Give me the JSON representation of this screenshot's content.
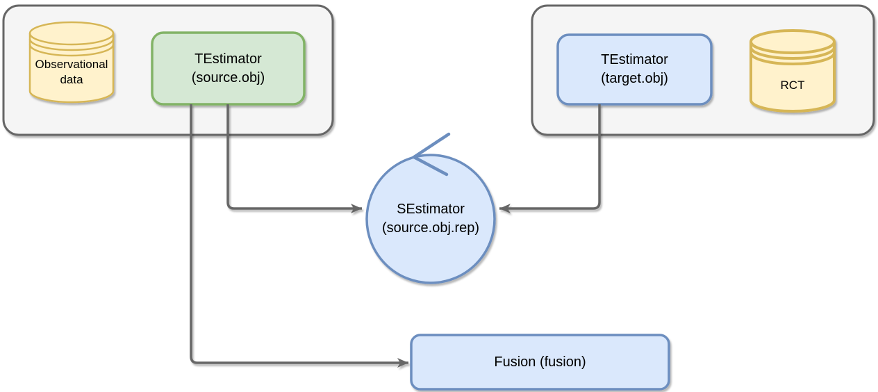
{
  "diagram": {
    "source_group": {
      "datastore": {
        "line1": "Observational",
        "line2": "data"
      },
      "estimator": {
        "line1": "TEstimator",
        "line2": "(source.obj)"
      }
    },
    "target_group": {
      "estimator": {
        "line1": "TEstimator",
        "line2": "(target.obj)"
      },
      "datastore": {
        "label": "RCT"
      }
    },
    "sestimator": {
      "line1": "SEstimator",
      "line2": "(source.obj.rep)"
    },
    "fusion": {
      "label": "Fusion (fusion)"
    },
    "colors": {
      "blue_fill": "#dae8fc",
      "blue_stroke": "#6c8ebf",
      "green_fill": "#d5e8d4",
      "green_stroke": "#82b366",
      "yellow_fill": "#fff2cc",
      "yellow_stroke": "#d6b656",
      "container_fill": "#f5f5f5",
      "container_stroke": "#666666",
      "edge_color": "#666666",
      "text_color": "#000000"
    }
  }
}
